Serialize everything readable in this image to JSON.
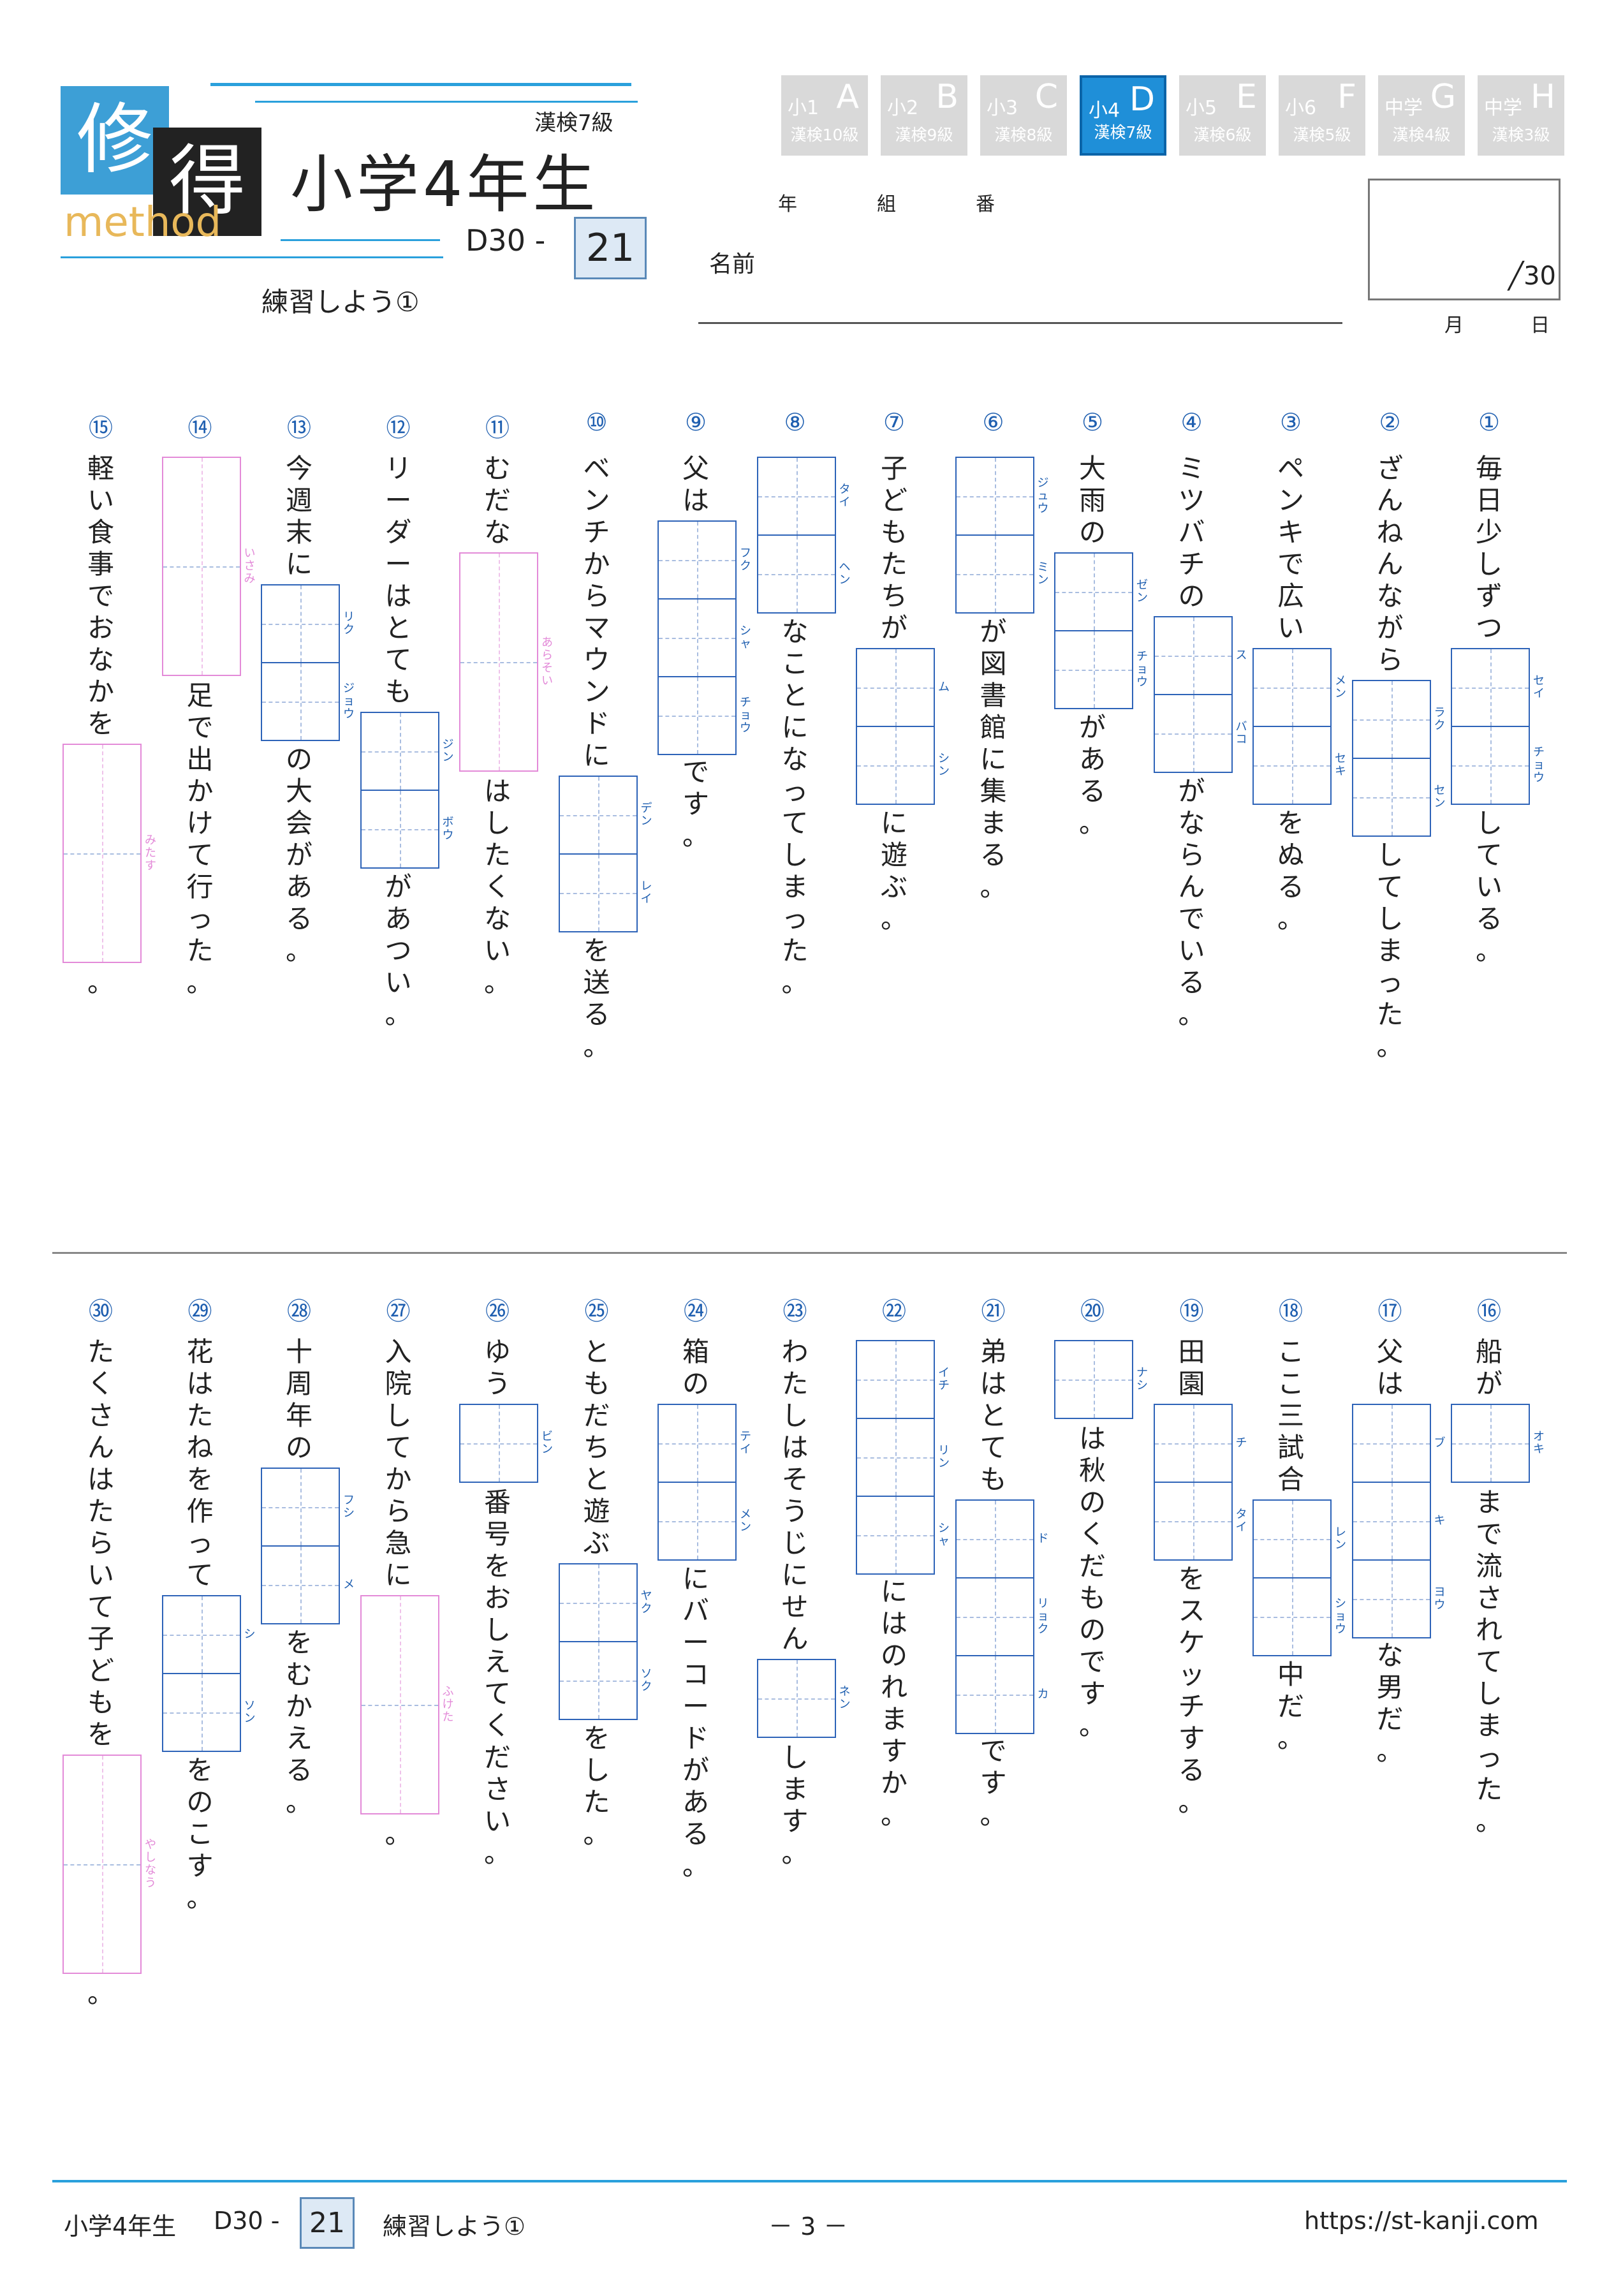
{
  "header": {
    "logo_char1": "修",
    "logo_char2": "得",
    "logo_method": "method",
    "title": "小学4年生",
    "kyu": "漢検7級",
    "code_prefix": "D30 -",
    "code_num": "21",
    "subtitle": "練習しよう①"
  },
  "grade_tabs": [
    {
      "grade": "小1",
      "letter": "A",
      "kyu": "漢検10級"
    },
    {
      "grade": "小2",
      "letter": "B",
      "kyu": "漢検9級"
    },
    {
      "grade": "小3",
      "letter": "C",
      "kyu": "漢検8級"
    },
    {
      "grade": "小4",
      "letter": "D",
      "kyu": "漢検7級",
      "active": true
    },
    {
      "grade": "小5",
      "letter": "E",
      "kyu": "漢検6級"
    },
    {
      "grade": "小6",
      "letter": "F",
      "kyu": "漢検5級"
    },
    {
      "grade": "中学",
      "letter": "G",
      "kyu": "漢検4級"
    },
    {
      "grade": "中学",
      "letter": "H",
      "kyu": "漢検3級"
    }
  ],
  "student": {
    "year": "年",
    "class": "組",
    "number": "番",
    "name_label": "名前"
  },
  "score": {
    "total": "╱30",
    "month": "月",
    "day": "日"
  },
  "questions": [
    {
      "num": "①",
      "parts": [
        {
          "t": "毎日少しずつ"
        },
        {
          "box": 2,
          "kana": [
            "セイ",
            "チョウ"
          ]
        },
        {
          "t": "している。"
        }
      ]
    },
    {
      "num": "②",
      "parts": [
        {
          "t": "ざんねんながら"
        },
        {
          "box": 2,
          "kana": [
            "ラク",
            "セン"
          ]
        },
        {
          "t": "してしまった。"
        }
      ]
    },
    {
      "num": "③",
      "parts": [
        {
          "t": "ペンキで広い"
        },
        {
          "box": 2,
          "kana": [
            "メン",
            "セキ"
          ]
        },
        {
          "t": "をぬる。"
        }
      ]
    },
    {
      "num": "④",
      "parts": [
        {
          "t": "ミツバチの"
        },
        {
          "box": 2,
          "kana": [
            "ス",
            "バコ"
          ]
        },
        {
          "t": "がならんでいる。"
        }
      ]
    },
    {
      "num": "⑤",
      "parts": [
        {
          "t": "大雨の"
        },
        {
          "box": 2,
          "kana": [
            "ゼン",
            "チョウ"
          ]
        },
        {
          "t": "がある。"
        }
      ]
    },
    {
      "num": "⑥",
      "parts": [
        {
          "box": 2,
          "kana": [
            "ジュウ",
            "ミン"
          ]
        },
        {
          "t": "が図書館に集まる。"
        }
      ]
    },
    {
      "num": "⑦",
      "parts": [
        {
          "t": "子どもたちが"
        },
        {
          "box": 2,
          "kana": [
            "ム",
            "シン"
          ]
        },
        {
          "t": "に遊ぶ。"
        }
      ]
    },
    {
      "num": "⑧",
      "parts": [
        {
          "box": 2,
          "kana": [
            "タイ",
            "ヘン"
          ]
        },
        {
          "t": "なことになってしまった。"
        }
      ]
    },
    {
      "num": "⑨",
      "parts": [
        {
          "t": "父は"
        },
        {
          "box": 3,
          "kana": [
            "フク",
            "シャ",
            "チョウ"
          ]
        },
        {
          "t": "です。"
        }
      ]
    },
    {
      "num": "⑩",
      "parts": [
        {
          "t": "ベンチからマウンドに"
        },
        {
          "box": 2,
          "kana": [
            "デン",
            "レイ"
          ]
        },
        {
          "t": "を送る。"
        }
      ]
    },
    {
      "num": "⑪",
      "parts": [
        {
          "t": "むだな"
        },
        {
          "box": 1,
          "pink": true,
          "kana": [
            "あらそい"
          ]
        },
        {
          "t": "はしたくない。"
        }
      ]
    },
    {
      "num": "⑫",
      "parts": [
        {
          "t": "リーダーはとても"
        },
        {
          "box": 2,
          "kana": [
            "ジン",
            "ボウ"
          ]
        },
        {
          "t": "があつい。"
        }
      ]
    },
    {
      "num": "⑬",
      "parts": [
        {
          "t": "今週末に"
        },
        {
          "box": 2,
          "kana": [
            "リク",
            "ジョウ"
          ]
        },
        {
          "t": "の大会がある。"
        }
      ]
    },
    {
      "num": "⑭",
      "parts": [
        {
          "box": 1,
          "pink": true,
          "kana": [
            "いさみ"
          ]
        },
        {
          "t": "足で出かけて行った。"
        }
      ]
    },
    {
      "num": "⑮",
      "parts": [
        {
          "t": "軽い食事でおなかを"
        },
        {
          "box": 1,
          "pink": true,
          "kana": [
            "みたす"
          ]
        },
        {
          "t": "。"
        }
      ]
    },
    {
      "num": "⑯",
      "parts": [
        {
          "t": "船が"
        },
        {
          "box": 1,
          "kana": [
            "オキ"
          ]
        },
        {
          "t": "まで流されてしまった。"
        }
      ]
    },
    {
      "num": "⑰",
      "parts": [
        {
          "t": "父は"
        },
        {
          "box": 3,
          "kana": [
            "ブ",
            "キ",
            "ヨウ"
          ]
        },
        {
          "t": "な男だ。"
        }
      ]
    },
    {
      "num": "⑱",
      "parts": [
        {
          "t": "ここ三試合"
        },
        {
          "box": 2,
          "kana": [
            "レン",
            "ショウ"
          ]
        },
        {
          "t": "中だ。"
        }
      ]
    },
    {
      "num": "⑲",
      "parts": [
        {
          "t": "田園"
        },
        {
          "box": 2,
          "kana": [
            "チ",
            "タイ"
          ]
        },
        {
          "t": "をスケッチする。"
        }
      ]
    },
    {
      "num": "⑳",
      "parts": [
        {
          "box": 1,
          "kana": [
            "ナシ"
          ]
        },
        {
          "t": "は秋のくだものです。"
        }
      ]
    },
    {
      "num": "㉑",
      "parts": [
        {
          "t": "弟はとても"
        },
        {
          "box": 3,
          "kana": [
            "ド",
            "リョク",
            "カ"
          ]
        },
        {
          "t": "です。"
        }
      ]
    },
    {
      "num": "㉒",
      "parts": [
        {
          "box": 3,
          "kana": [
            "イチ",
            "リン",
            "シャ"
          ]
        },
        {
          "t": "にはのれますか。"
        }
      ]
    },
    {
      "num": "㉓",
      "parts": [
        {
          "t": "わたしはそうじにせん"
        },
        {
          "box": 1,
          "kana": [
            "ネン"
          ]
        },
        {
          "t": "します。"
        }
      ]
    },
    {
      "num": "㉔",
      "parts": [
        {
          "t": "箱の"
        },
        {
          "box": 2,
          "kana": [
            "テイ",
            "メン"
          ]
        },
        {
          "t": "にバーコードがある。"
        }
      ]
    },
    {
      "num": "㉕",
      "parts": [
        {
          "t": "ともだちと遊ぶ"
        },
        {
          "box": 2,
          "kana": [
            "ヤク",
            "ソク"
          ]
        },
        {
          "t": "をした。"
        }
      ]
    },
    {
      "num": "㉖",
      "parts": [
        {
          "t": "ゆう"
        },
        {
          "box": 1,
          "kana": [
            "ビン"
          ]
        },
        {
          "t": "番号をおしえてください。"
        }
      ]
    },
    {
      "num": "㉗",
      "parts": [
        {
          "t": "入院してから急に"
        },
        {
          "box": 1,
          "pink": true,
          "kana": [
            "ふけた"
          ]
        },
        {
          "t": "。"
        }
      ]
    },
    {
      "num": "㉘",
      "parts": [
        {
          "t": "十周年の"
        },
        {
          "box": 2,
          "kana": [
            "フシ",
            "メ"
          ]
        },
        {
          "t": "をむかえる。"
        }
      ]
    },
    {
      "num": "㉙",
      "parts": [
        {
          "t": "花はたねを作って"
        },
        {
          "box": 2,
          "kana": [
            "シ",
            "ソン"
          ]
        },
        {
          "t": "をのこす。"
        }
      ]
    },
    {
      "num": "㉚",
      "parts": [
        {
          "t": "たくさんはたらいて子どもを"
        },
        {
          "box": 1,
          "pink": true,
          "kana": [
            "やしなう"
          ]
        },
        {
          "t": "。"
        }
      ]
    }
  ],
  "footer": {
    "grade": "小学4年生",
    "code_prefix": "D30 -",
    "code_num": "21",
    "subtitle": "練習しよう①",
    "page": "－ 3 －",
    "url": "https://st-kanji.com"
  }
}
